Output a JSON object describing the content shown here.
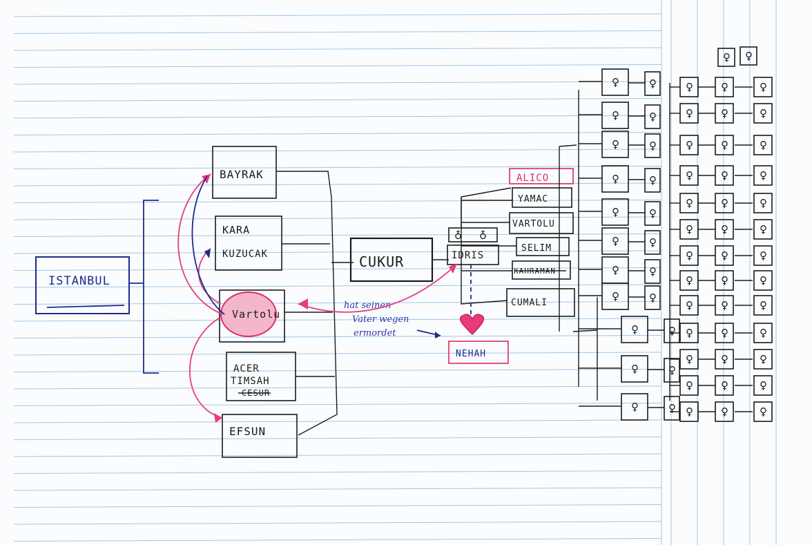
{
  "diagram": {
    "root": {
      "label": "ISTANBUL"
    },
    "families": [
      {
        "label": "BAYRAK"
      },
      {
        "label_line1": "KARA",
        "label_line2": "KUZUCAK"
      },
      {
        "label": "Vartolu"
      },
      {
        "label_line1": "ACER",
        "label_line2": "TIMSAH",
        "struck": "CESUR"
      },
      {
        "label": "EFSUN"
      }
    ],
    "center": {
      "label": "CUKUR"
    },
    "leader": {
      "label": "IDRIS"
    },
    "children": [
      {
        "label": "ALICO",
        "color": "#e0286a"
      },
      {
        "label": "YAMAC"
      },
      {
        "label": "VARTOLU"
      },
      {
        "label": "SELIM"
      },
      {
        "label": "KAHRAMAN"
      },
      {
        "label": "CUMALI"
      }
    ],
    "spouse": {
      "label": "NEHAH"
    },
    "note": {
      "line1": "hat seinen",
      "line2": "Vater wegen",
      "line3": "ermordet"
    },
    "descendant_icon": "person-icon"
  }
}
